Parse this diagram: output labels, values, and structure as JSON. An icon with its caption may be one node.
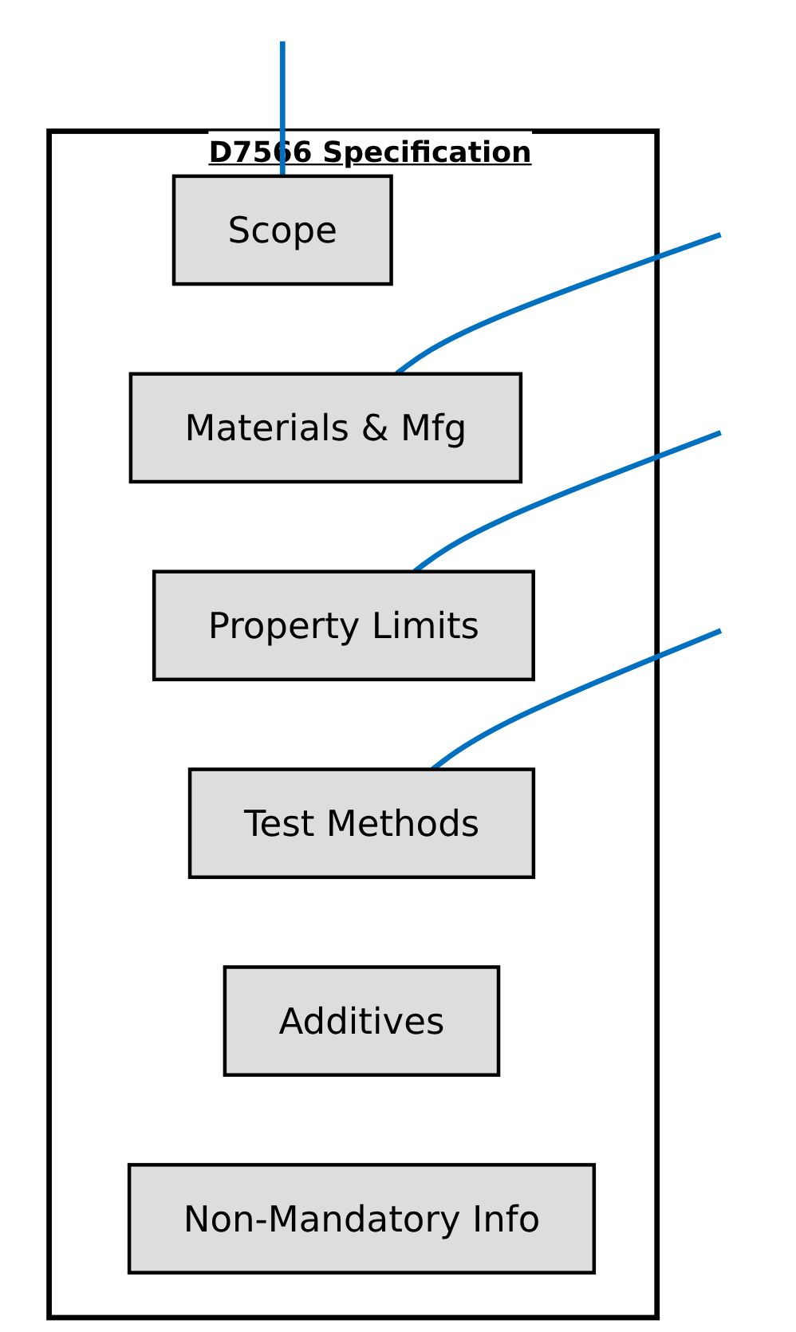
{
  "diagram": {
    "nodes": [
      {
        "text": [
          "D7566 Specification"
        ]
      },
      {
        "text": [
          "Scope"
        ],
        "in": 0
      },
      {
        "text": [
          "Materials & Mfg"
        ],
        "in": 0
      },
      {
        "text": [
          "Property Limits"
        ],
        "in": 0
      },
      {
        "text": [
          "Test Methods"
        ],
        "in": 0
      },
      {
        "text": [
          "Additives"
        ],
        "in": 0
      },
      {
        "text": [
          "Non-Mandatory Info"
        ],
        "in": 0
      }
    ],
    "edges": [
      {
        "from": null,
        "to": 1,
        "arrow": "none"
      },
      {
        "from": null,
        "to": 2,
        "arrow": "none"
      },
      {
        "from": null,
        "to": 3,
        "arrow": "none"
      },
      {
        "from": null,
        "to": 4,
        "arrow": "none"
      }
    ]
  }
}
